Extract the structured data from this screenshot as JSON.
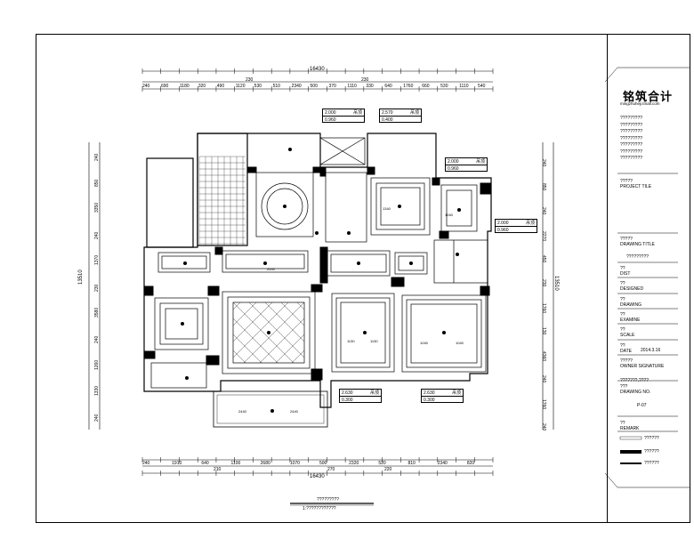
{
  "dims": {
    "total_top": "16430",
    "total_bottom": "16430",
    "top_row": [
      "240",
      "690",
      "1180",
      "320",
      "490",
      "1120",
      "530",
      "510",
      "2340",
      "500",
      "370",
      "1110",
      "330",
      "640",
      "1760",
      "660",
      "530",
      "1110",
      "540"
    ],
    "top_row2": [
      "230",
      "230"
    ],
    "bottom_row": [
      "240",
      "1910",
      "640",
      "1100",
      "2680",
      "1070",
      "500",
      "2320",
      "520",
      "810",
      "2340",
      "820"
    ],
    "bottom_row2": [
      "210",
      "270",
      "220"
    ],
    "left_col": [
      "240",
      "850",
      "3350",
      "240",
      "1370",
      "230",
      "3580",
      "240",
      "1260",
      "1330",
      "240"
    ],
    "left_total": "13510",
    "right_col": [
      "240",
      "850",
      "240",
      "2270",
      "450",
      "230",
      "1760",
      "130",
      "4360",
      "240",
      "1760",
      "240"
    ],
    "right_total": "13510"
  },
  "tags": [
    {
      "top": "2.000",
      "mid": "0.960",
      "side": "吊顶"
    },
    {
      "top": "2.570",
      "mid": "0.400",
      "side": "吊顶"
    },
    {
      "top": "2.000",
      "mid": "0.960",
      "side": "吊顶"
    },
    {
      "top": "2.000",
      "mid": "0.960",
      "side": "吊顶"
    },
    {
      "top": "2.630",
      "mid": "0.300",
      "side": "吊顶"
    },
    {
      "top": "2.630",
      "mid": "0.300",
      "side": "吊顶"
    }
  ],
  "room_dims": {
    "a": "1340",
    "b": "1040",
    "c": "1130",
    "d": "1130",
    "e": "1040",
    "f": "1040",
    "g": "2440",
    "h": "2440",
    "i": "2000"
  },
  "title_block": {
    "logo": "铭筑合计",
    "logo_sub": "mingzhuheji.tmall.com",
    "placeholder_lines": [
      "?????????",
      "?????????",
      "?????????",
      "?????????",
      "?????????",
      "?????????",
      "?????????"
    ],
    "project_title_cn": "?????",
    "project_title": "PROJECT TILE",
    "drawing_title_cn": "?????",
    "drawing_title": "DRAWING TITLE",
    "drawing_title_val": "?????????",
    "dist_cn": "??",
    "dist": "DIST",
    "designed_cn": "??",
    "designed": "DESIGNED",
    "drawing_cn": "??",
    "drawing": "DRAWING",
    "examine_cn": "??",
    "examine": "EXAMINE",
    "scale_cn": "??",
    "scale": "SCALE",
    "date_cn": "??",
    "date": "DATE",
    "date_val": "2014.3.16",
    "owner_cn": "?????",
    "owner": "OWNER SIGNATURE",
    "owner_line": "???????,????",
    "drawing_no_cn": "???",
    "drawing_no": "DRAWING NO.",
    "drawing_no_val": "P-07",
    "remark_cn": "??",
    "remark": "REMARK",
    "legend": [
      "??????",
      "??????",
      "??????"
    ]
  },
  "caption": {
    "title": "?????????",
    "scale": "1:????????????"
  }
}
